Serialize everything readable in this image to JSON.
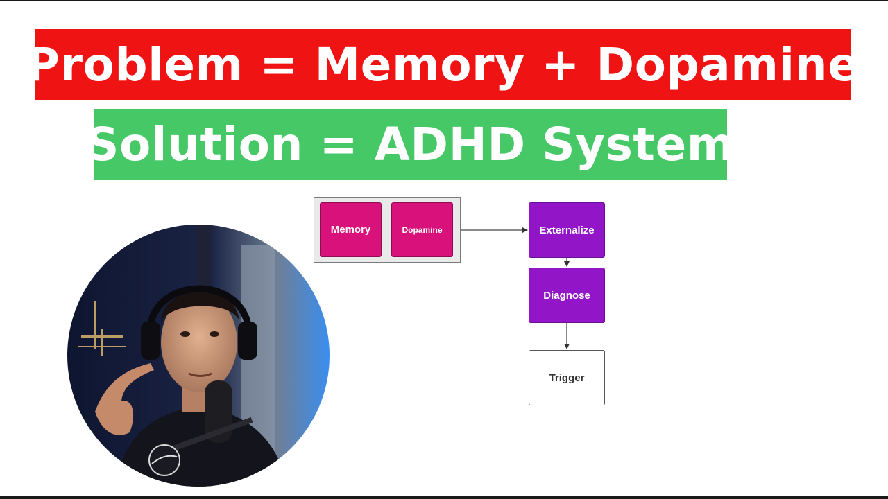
{
  "banners": {
    "problem": "Problem = Memory + Dopamine",
    "solution": "Solution = ADHD System"
  },
  "diagram": {
    "group_nodes": [
      "Memory",
      "Dopamine"
    ],
    "flow_nodes": [
      "Externalize",
      "Diagnose",
      "Trigger"
    ],
    "edges": [
      {
        "from": "Memory + Dopamine",
        "to": "Externalize"
      },
      {
        "from": "Externalize",
        "to": "Diagnose"
      },
      {
        "from": "Diagnose",
        "to": "Trigger"
      }
    ]
  },
  "colors": {
    "problem_banner": "#f01313",
    "solution_banner": "#45c865",
    "problem_nodes": "#d8127a",
    "process_nodes": "#9216c8",
    "terminal_node": "#ffffff"
  },
  "presenter": {
    "description": "circular webcam overlay of presenter wearing headphones",
    "shirt_logo_icon": "nasa-logo-icon"
  }
}
